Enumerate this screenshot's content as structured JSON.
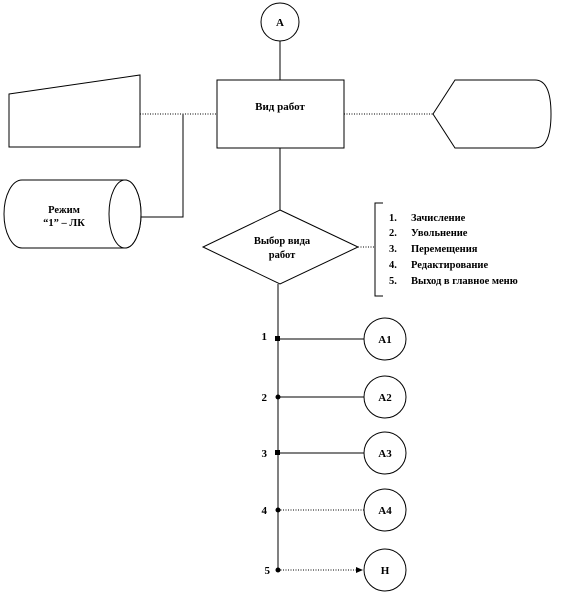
{
  "connector_top": "A",
  "process_box": "Вид работ",
  "mode_cylinder": [
    "Режим",
    "“1” – ЛК"
  ],
  "decision": [
    "Выбор вида",
    "работ"
  ],
  "annotation": {
    "items": [
      {
        "n": "1.",
        "text": "Зачисление"
      },
      {
        "n": "2.",
        "text": "Увольнение"
      },
      {
        "n": "3.",
        "text": "Перемещения"
      },
      {
        "n": "4.",
        "text": "Редактирование"
      },
      {
        "n": "5.",
        "text": "Выход в главное меню"
      }
    ]
  },
  "branches": [
    {
      "num": "1",
      "target": "A1"
    },
    {
      "num": "2",
      "target": "A2"
    },
    {
      "num": "3",
      "target": "A3"
    },
    {
      "num": "4",
      "target": "A4"
    },
    {
      "num": "5",
      "target": "Н"
    }
  ]
}
